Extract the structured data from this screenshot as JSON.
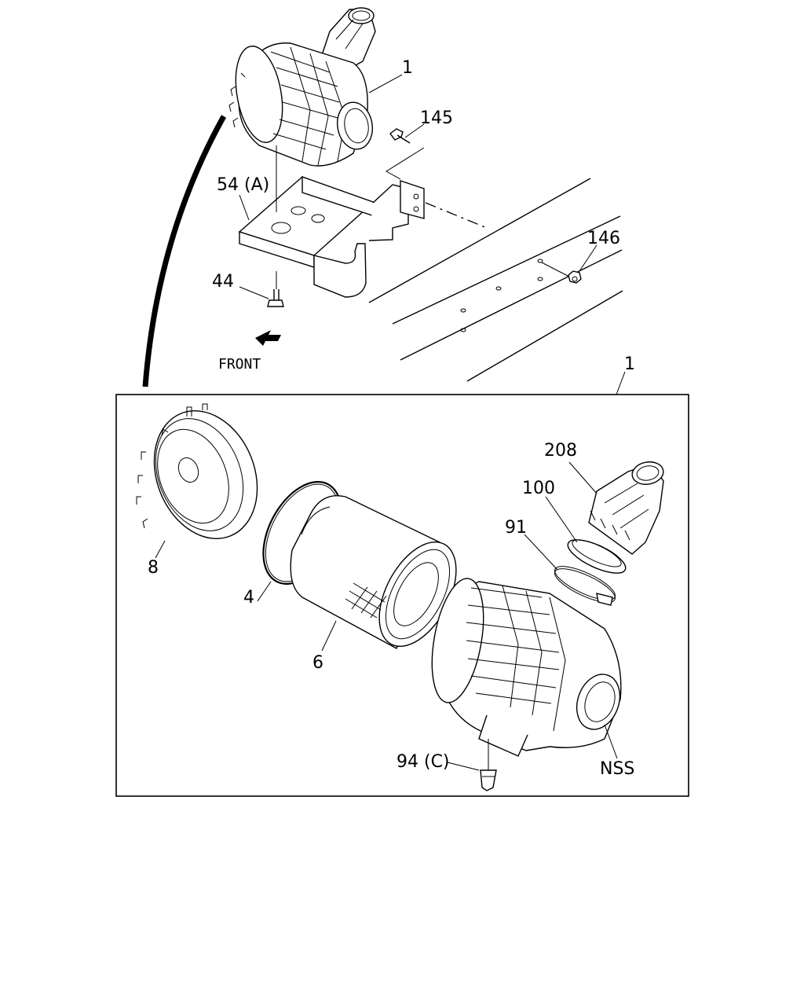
{
  "callouts": {
    "top_assembly": "1",
    "bolt_145": "145",
    "bracket": "54 (A)",
    "nut_146": "146",
    "bolt_44": "44",
    "front": "FRONT",
    "exploded_assembly": "1",
    "cover": "8",
    "duct": "208",
    "ring_100": "100",
    "clamp_91": "91",
    "seal_ring": "4",
    "element": "6",
    "valve": "94 (C)",
    "body_nss": "NSS"
  }
}
